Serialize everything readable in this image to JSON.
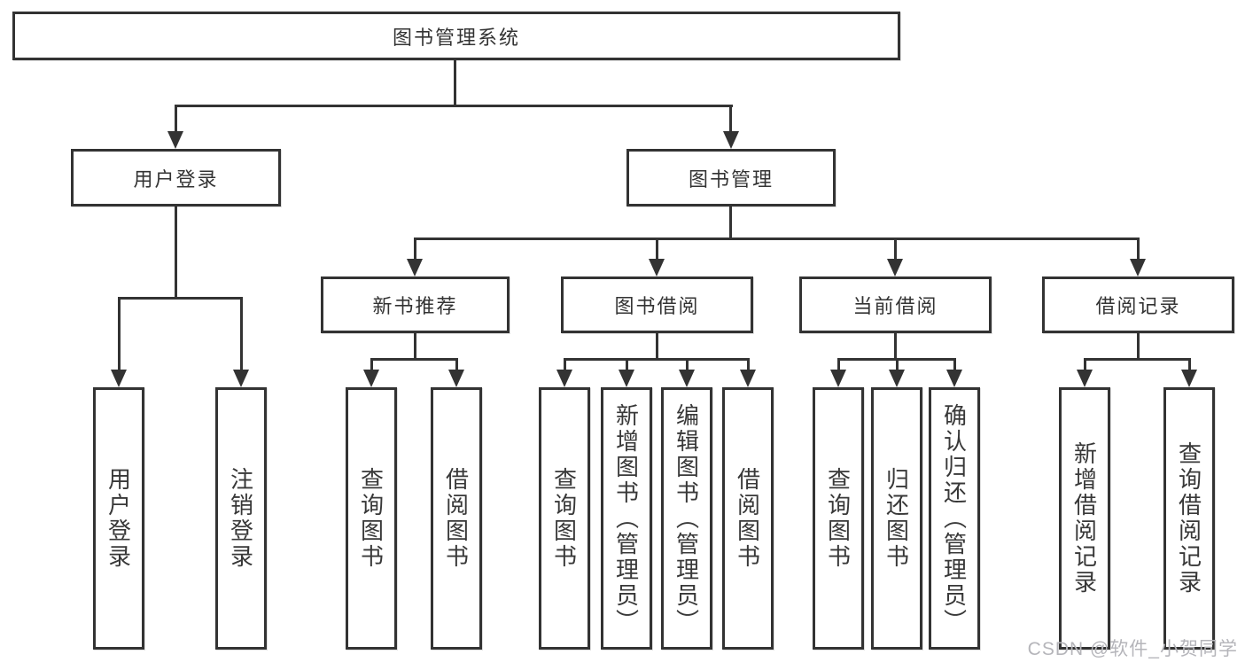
{
  "diagram_type": "hierarchy-tree",
  "tree": {
    "label": "图书管理系统",
    "children": [
      {
        "label": "用户登录",
        "children": [
          {
            "label": "用户登录"
          },
          {
            "label": "注销登录"
          }
        ]
      },
      {
        "label": "图书管理",
        "children": [
          {
            "label": "新书推荐",
            "children": [
              {
                "label": "查询图书"
              },
              {
                "label": "借阅图书"
              }
            ]
          },
          {
            "label": "图书借阅",
            "children": [
              {
                "label": "查询图书"
              },
              {
                "label": "新增图书（管理员）"
              },
              {
                "label": "编辑图书（管理员）"
              },
              {
                "label": "借阅图书"
              }
            ]
          },
          {
            "label": "当前借阅",
            "children": [
              {
                "label": "查询图书"
              },
              {
                "label": "归还图书"
              },
              {
                "label": "确认归还（管理员）"
              }
            ]
          },
          {
            "label": "借阅记录",
            "children": [
              {
                "label": "新增借阅记录"
              },
              {
                "label": "查询借阅记录"
              }
            ]
          }
        ]
      }
    ]
  },
  "watermark": {
    "label": "CSDN @软件_小贺同学"
  },
  "colors": {
    "line": "#333333",
    "node_border": "#333333",
    "node_text": "#383838",
    "background": "#ffffff",
    "watermark": "#b5b5ba"
  }
}
